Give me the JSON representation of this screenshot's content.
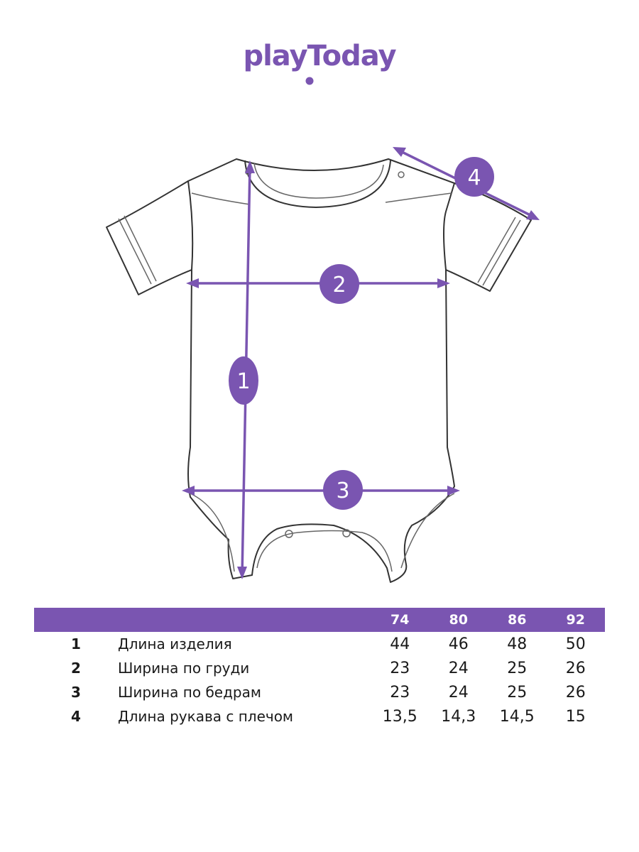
{
  "brand": {
    "logo_text": "playToday",
    "accent_color": "#7a55b1"
  },
  "diagram": {
    "markers": [
      "1",
      "2",
      "3",
      "4"
    ]
  },
  "table": {
    "sizes": [
      "74",
      "80",
      "86",
      "92"
    ],
    "rows": [
      {
        "num": "1",
        "label": "Длина изделия",
        "values": [
          "44",
          "46",
          "48",
          "50"
        ]
      },
      {
        "num": "2",
        "label": "Ширина по груди",
        "values": [
          "23",
          "24",
          "25",
          "26"
        ]
      },
      {
        "num": "3",
        "label": "Ширина по бедрам",
        "values": [
          "23",
          "24",
          "25",
          "26"
        ]
      },
      {
        "num": "4",
        "label": "Длина рукава с плечом",
        "values": [
          "13,5",
          "14,3",
          "14,5",
          "15"
        ]
      }
    ]
  }
}
